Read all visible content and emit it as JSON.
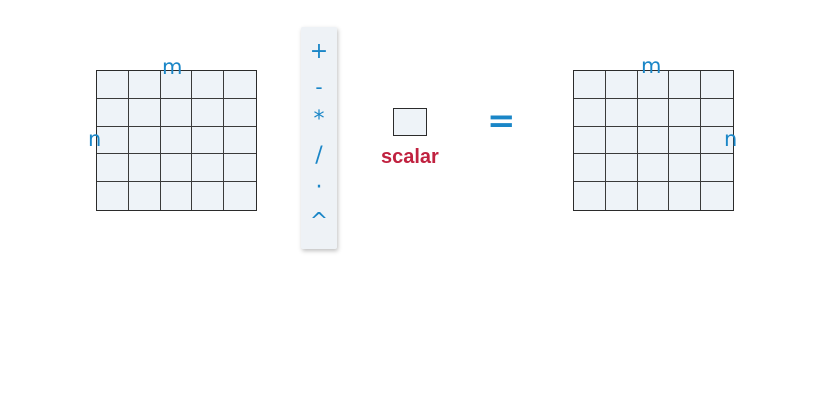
{
  "left_matrix": {
    "rows": 5,
    "cols": 5,
    "col_dim_label": "m",
    "row_dim_label": "n"
  },
  "operators": {
    "plus": "+",
    "minus": "-",
    "multiply": "*",
    "divide": "/",
    "dot": "·",
    "power": "^"
  },
  "scalar": {
    "label": "scalar"
  },
  "equals": "=",
  "right_matrix": {
    "rows": 5,
    "cols": 5,
    "col_dim_label": "m",
    "row_dim_label": "n"
  },
  "colors": {
    "dimension_label": "#1a86c7",
    "operator": "#1a86c7",
    "scalar_label": "#c0213f",
    "cell_fill": "#eef3f8",
    "grid_line": "#2b2b2b"
  }
}
